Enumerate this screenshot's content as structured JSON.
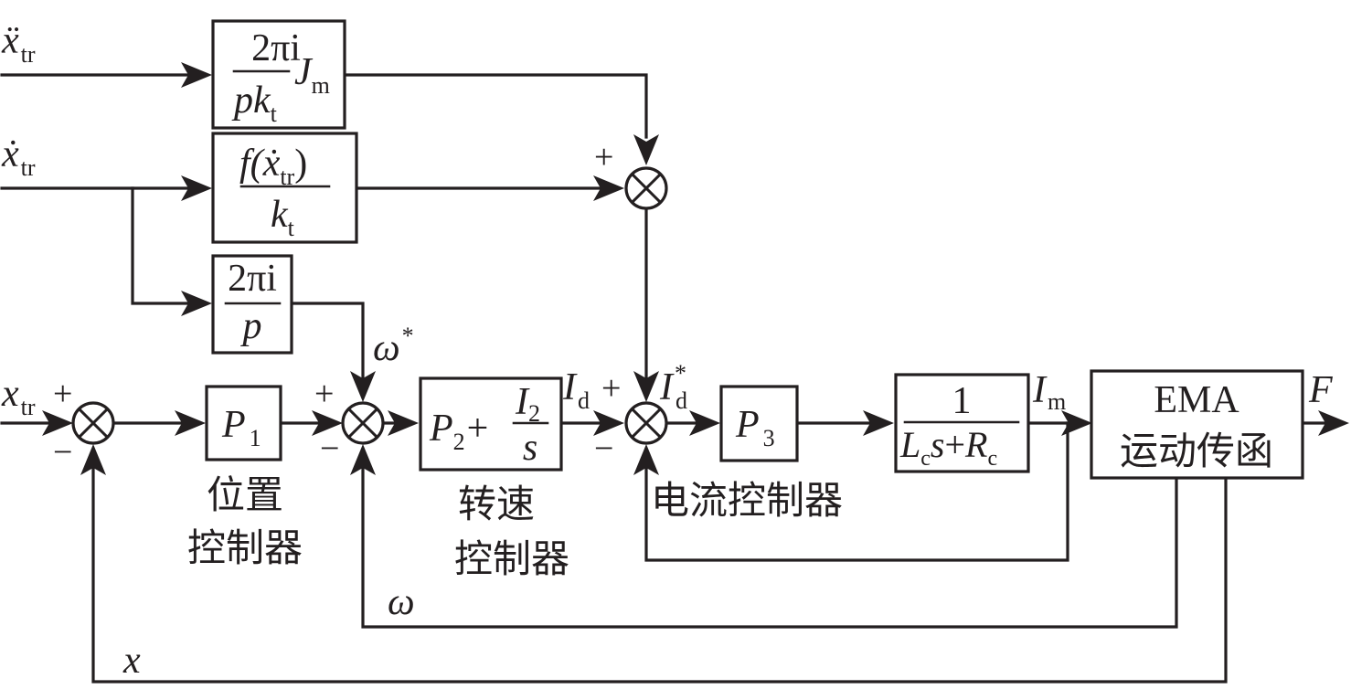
{
  "diagram": {
    "type": "control-block-diagram",
    "inputs": {
      "accel": {
        "symbol": "ẍ",
        "sub": "tr"
      },
      "vel": {
        "symbol": "ẋ",
        "sub": "tr"
      },
      "pos": {
        "symbol": "x",
        "sub": "tr"
      }
    },
    "blocks": {
      "inertia_ff": {
        "num": "2πi",
        "den_main": "pk",
        "den_sub": "t",
        "tail_main": "J",
        "tail_sub": "m"
      },
      "friction_ff": {
        "num_pre": "f(",
        "num_dot": "ẋ",
        "num_sub": "tr",
        "num_post": ")",
        "den_main": "k",
        "den_sub": "t"
      },
      "speed_ff": {
        "num": "2πi",
        "den": "p"
      },
      "position_ctrl": {
        "main": "P",
        "sub": "1",
        "caption_line1": "位置",
        "caption_line2": "控制器"
      },
      "speed_ctrl": {
        "p_main": "P",
        "p_sub": "2",
        "plus": "+",
        "num_main": "I",
        "num_sub": "2",
        "den": "s",
        "caption_line1": "转速",
        "caption_line2": "控制器"
      },
      "current_ctrl": {
        "main": "P",
        "sub": "3",
        "caption": "电流控制器"
      },
      "motor_elec": {
        "num": "1",
        "d1_main": "L",
        "d1_sub": "c",
        "d_s": "s",
        "d_plus": "+",
        "d2_main": "R",
        "d2_sub": "c"
      },
      "ema": {
        "line1": "EMA",
        "line2": "运动传函"
      }
    },
    "signals": {
      "omega_ref": {
        "symbol": "ω",
        "sup": "*"
      },
      "id": {
        "symbol": "I",
        "sub": "d"
      },
      "id_ref": {
        "symbol": "I",
        "sub": "d",
        "sup": "*"
      },
      "im": {
        "symbol": "I",
        "sub": "m"
      },
      "force": {
        "symbol": "F"
      },
      "omega_fb": {
        "symbol": "ω"
      },
      "x_fb": {
        "symbol": "x"
      }
    },
    "signs": {
      "plus": "+",
      "minus": "−"
    }
  }
}
